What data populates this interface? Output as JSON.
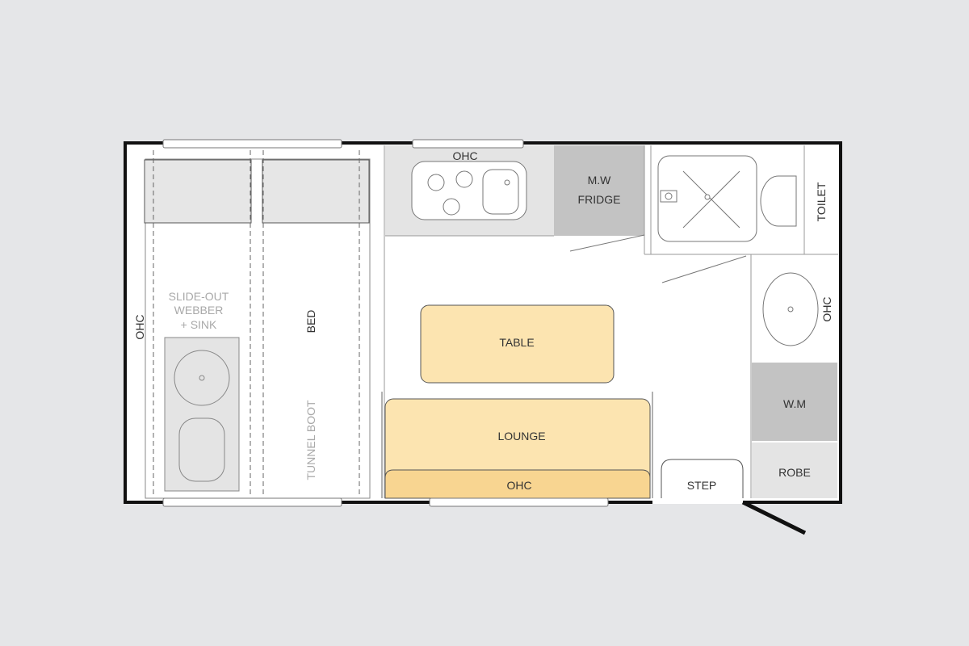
{
  "colors": {
    "background": "#e5e6e8",
    "floor": "#ffffff",
    "wall": "#111111",
    "cabinet": "#e4e4e4",
    "appliance": "#c3c3c3",
    "furniture": "#fce4b0",
    "furniture_dark": "#f8d591",
    "line": "#777777",
    "faint_text": "#a9a9a9"
  },
  "labels": {
    "ohc_kitchen": "OHC",
    "mw_fridge_line1": "M.W",
    "mw_fridge_line2": "FRIDGE",
    "toilet": "TOILET",
    "ohc_bathroom": "OHC",
    "table": "TABLE",
    "lounge": "LOUNGE",
    "ohc_lounge": "OHC",
    "step": "STEP",
    "wm": "W.M",
    "robe": "ROBE",
    "ohc_bed": "OHC",
    "bed": "BED",
    "slideout_line1": "SLIDE-OUT",
    "slideout_line2": "WEBBER",
    "slideout_line3": "+ SINK",
    "tunnel_boot": "TUNNEL BOOT"
  }
}
